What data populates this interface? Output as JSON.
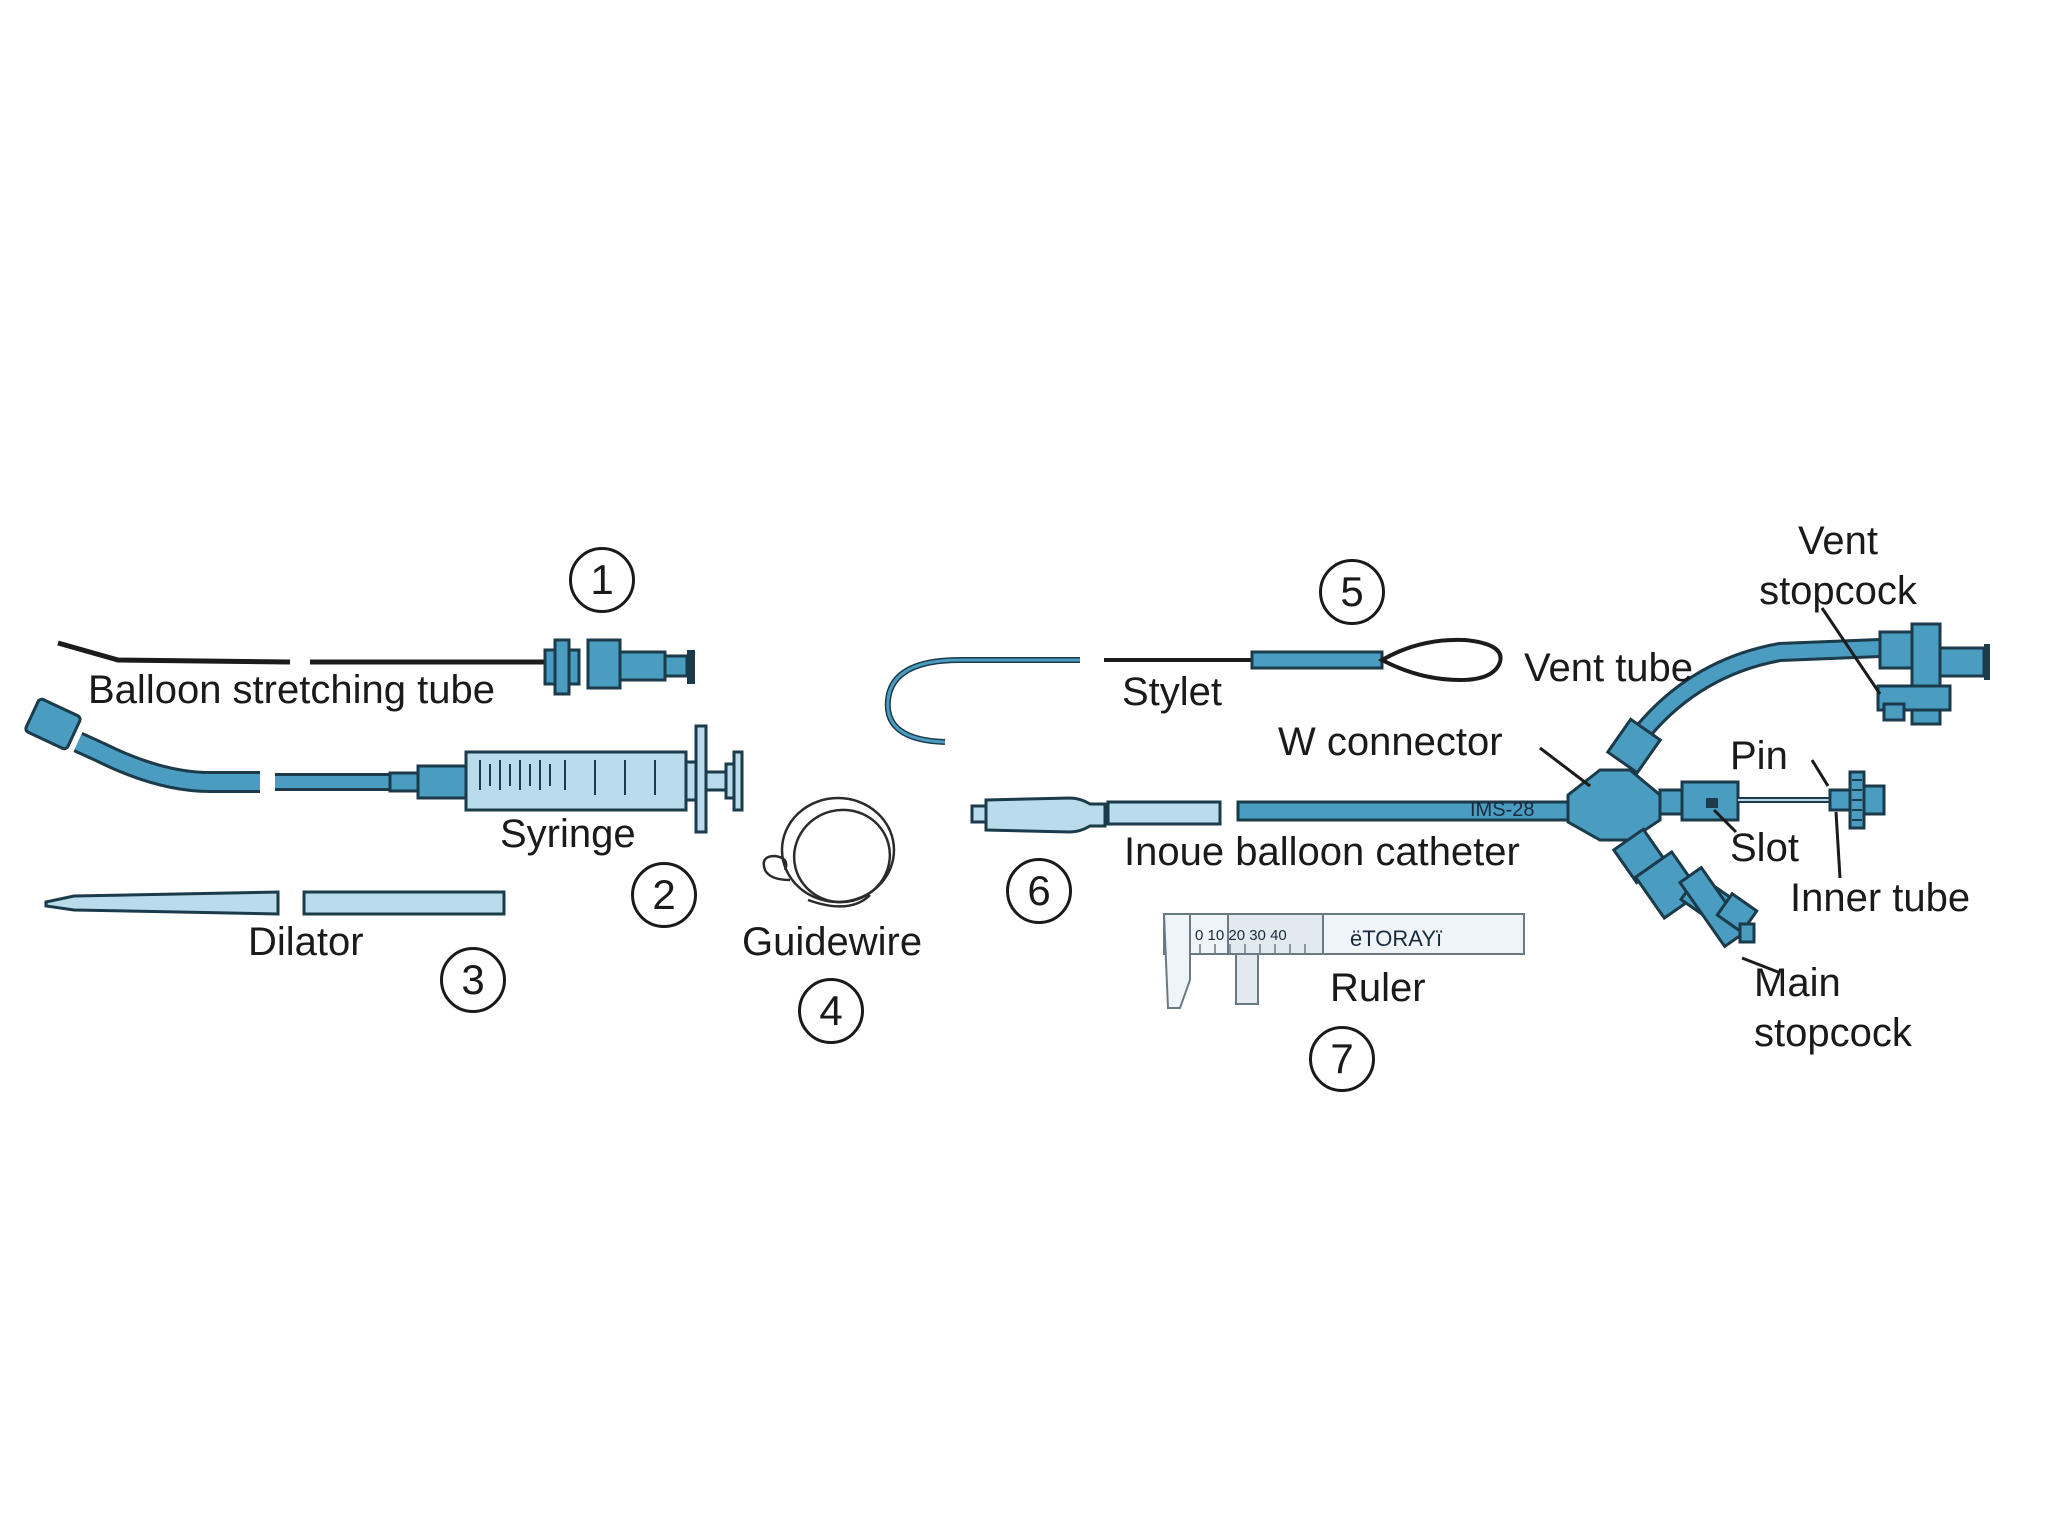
{
  "labels": {
    "balloon_stretching_tube": "Balloon stretching tube",
    "syringe": "Syringe",
    "dilator": "Dilator",
    "guidewire": "Guidewire",
    "stylet": "Stylet",
    "inoue_balloon_catheter": "Inoue balloon catheter",
    "ruler": "Ruler",
    "vent_stopcock": "Vent stopcock",
    "vent_tube": "Vent tube",
    "w_connector": "W connector",
    "pin": "Pin",
    "slot": "Slot",
    "inner_tube": "Inner tube",
    "main_stopcock": "Main stopcock"
  },
  "numbers": {
    "n1": "1",
    "n2": "2",
    "n3": "3",
    "n4": "4",
    "n5": "5",
    "n6": "6",
    "n7": "7"
  },
  "markings": {
    "catheter_code": "IMS-28",
    "ruler_brand": "ëTORAYï",
    "ruler_scale": "0 10 20 30 40"
  },
  "colors": {
    "device_blue": "#4a9cc0",
    "light_blue": "#b9dbea",
    "outline": "#1b3a4a",
    "text": "#1a1a1a"
  }
}
